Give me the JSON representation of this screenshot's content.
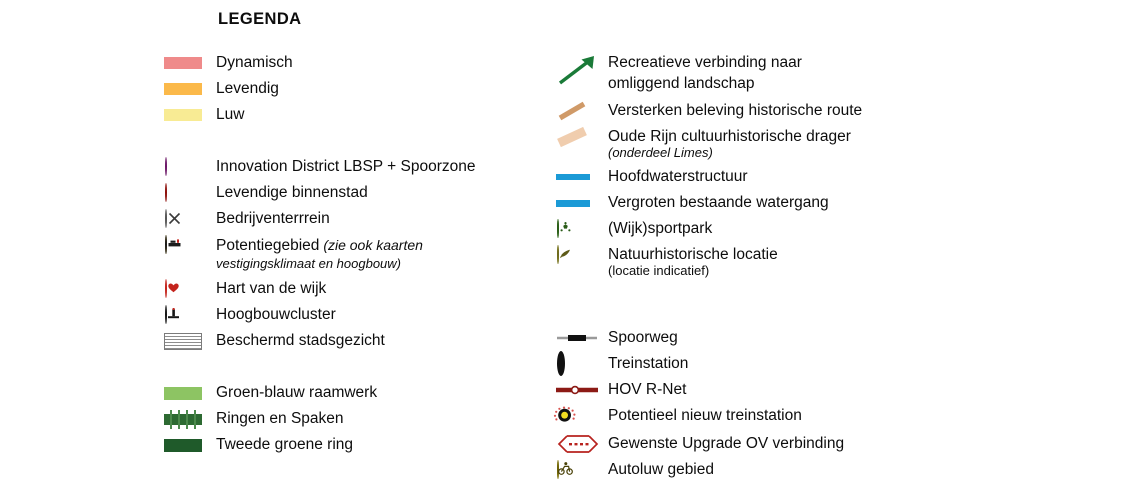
{
  "title": "LEGENDA",
  "colors": {
    "dynamisch": "#ef8a8a",
    "levendig": "#fbb94a",
    "luw": "#f8eb94",
    "groen_blauw": "#8dc463",
    "ringen_spaken": "#2d6a32",
    "tweede_ring": "#1f5a2a",
    "water": "#1b9ad6",
    "historische_route": "#d09a68",
    "oude_rijn": "#f0cdae",
    "recreatief_arrow": "#1a7a38",
    "innovation": "#a8309e",
    "binnenstad": "#cf2a22",
    "bedrijventerrein": "#cfcfcf",
    "potentiegebied": "#f2c021",
    "hart_wijk": "#c4241d",
    "sportpark": "#59a338",
    "natuurhistorisch": "#cfc64a",
    "hov_rnet": "#8c1a15",
    "upgrade_ov": "#b8231f",
    "autoluw": "#f2dd22"
  },
  "left_column": {
    "zones": [
      {
        "label": "Dynamisch",
        "swatch": "dynamisch",
        "icon": "color-swatch-icon"
      },
      {
        "label": "Levendig",
        "swatch": "levendig",
        "icon": "color-swatch-icon"
      },
      {
        "label": "Luw",
        "swatch": "luw",
        "icon": "color-swatch-icon"
      }
    ],
    "places": [
      {
        "label": "Innovation District LBSP + Spoorzone",
        "icon": "innovation-district-marker-icon",
        "note": ""
      },
      {
        "label": "Levendige binnenstad",
        "icon": "lively-city-centre-marker-icon",
        "note": ""
      },
      {
        "label": "Bedrijventerrrein",
        "icon": "business-park-marker-icon",
        "note": ""
      },
      {
        "label": "Potentiegebied",
        "icon": "potential-area-marker-icon",
        "note": "(zie ook kaarten",
        "note2": "vestigingsklimaat en hoogbouw)"
      },
      {
        "label": "Hart van de wijk",
        "icon": "neighbourhood-heart-marker-icon",
        "note": ""
      },
      {
        "label": "Hoogbouwcluster",
        "icon": "highrise-cluster-marker-icon",
        "note": ""
      },
      {
        "label": "Beschermd stadsgezicht",
        "icon": "protected-cityscape-hatch-icon",
        "note": ""
      }
    ],
    "green": [
      {
        "label": "Groen-blauw raamwerk",
        "icon": "green-blue-framework-swatch-icon"
      },
      {
        "label": "Ringen en Spaken",
        "icon": "rings-and-spokes-swatch-icon"
      },
      {
        "label": "Tweede groene ring",
        "icon": "second-green-ring-swatch-icon"
      }
    ]
  },
  "right_column": {
    "landscape": [
      {
        "label": "Recreatieve verbinding naar",
        "label2": "omliggend landschap",
        "icon": "recreational-connection-arrow-icon",
        "sub": ""
      },
      {
        "label": "Versterken beleving historische route",
        "label2": "",
        "icon": "historic-route-stroke-icon",
        "sub": ""
      },
      {
        "label": "Oude Rijn cultuurhistorische drager",
        "label2": "",
        "icon": "oude-rijn-stroke-icon",
        "sub": "(onderdeel Limes)"
      },
      {
        "label": "Hoofdwaterstructuur",
        "label2": "",
        "icon": "main-water-structure-bar-icon",
        "sub": ""
      },
      {
        "label": "Vergroten bestaande watergang",
        "label2": "",
        "icon": "widen-existing-waterway-bar-icon",
        "sub": ""
      },
      {
        "label": "(Wijk)sportpark",
        "label2": "",
        "icon": "sports-park-marker-icon",
        "sub": ""
      },
      {
        "label": "Natuurhistorische locatie",
        "label2": "",
        "icon": "natural-historic-location-marker-icon",
        "sub": "(locatie indicatief)"
      }
    ],
    "transport": [
      {
        "label": "Spoorweg",
        "icon": "railway-line-icon"
      },
      {
        "label": "Treinstation",
        "icon": "train-station-marker-icon"
      },
      {
        "label": "HOV R-Net",
        "icon": "hov-rnet-line-icon"
      },
      {
        "label": "Potentieel nieuw treinstation",
        "icon": "potential-new-station-marker-icon"
      },
      {
        "label": "Gewenste Upgrade OV verbinding",
        "icon": "desired-pt-upgrade-arrow-icon"
      },
      {
        "label": "Autoluw gebied",
        "icon": "car-free-zone-marker-icon"
      }
    ]
  }
}
